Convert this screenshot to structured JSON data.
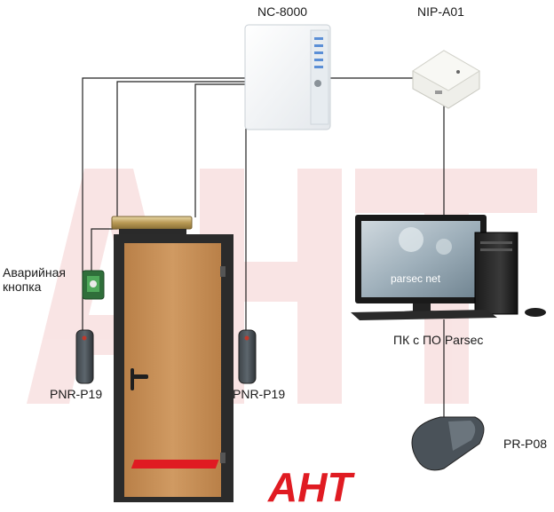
{
  "labels": {
    "controller": "NC-8000",
    "interface": "NIP-A01",
    "emergency_button": "Аварийная\nкнопка",
    "reader_left": "PNR-P19",
    "reader_right": "PNR-P19",
    "pc": "ПК с ПО Parsec",
    "enrollment_reader": "PR-P08"
  },
  "screen_brand": "parsec net",
  "logo_text": "АНТ",
  "watermark_text": "АНТ",
  "colors": {
    "logo_red": "#e01b22",
    "watermark": "#f5d6d6",
    "wire": "#222222",
    "door_panel": "#c8925a",
    "door_frame": "#2b2b2b"
  }
}
